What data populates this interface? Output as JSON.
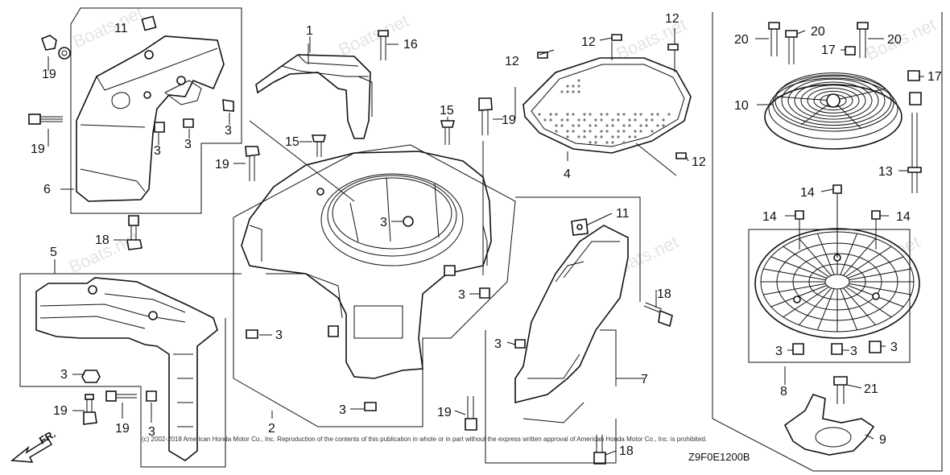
{
  "diagram": {
    "watermark": "Boats.net",
    "copyright": "(c) 2002-2018 American Honda Motor Co., Inc. Reproduction of the contents of this publication in whole or in part without the express written approval of American Honda Motor Co., Inc. is prohibited.",
    "diagram_code": "Z9F0E1200B",
    "direction_label": "FR.",
    "callouts": {
      "c1": "1",
      "c2": "2",
      "c3": "3",
      "c4": "4",
      "c5": "5",
      "c6": "6",
      "c7": "7",
      "c8": "8",
      "c9": "9",
      "c10": "10",
      "c11": "11",
      "c12": "12",
      "c13": "13",
      "c14": "14",
      "c15": "15",
      "c16": "16",
      "c17": "17",
      "c18": "18",
      "c19": "19",
      "c20": "20",
      "c21": "21"
    }
  }
}
